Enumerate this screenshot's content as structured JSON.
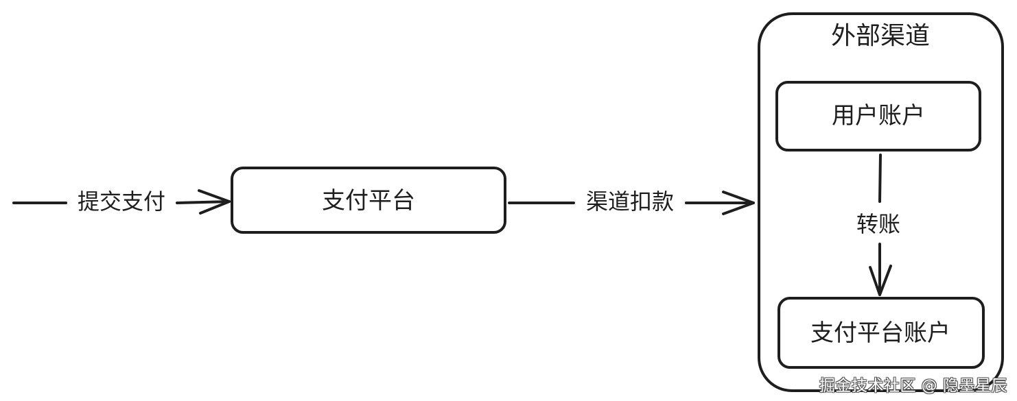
{
  "diagram": {
    "input_arrow_label": "提交支付",
    "platform_box": "支付平台",
    "channel_arrow_label": "渠道扣款",
    "external_group_title": "外部渠道",
    "user_account_box": "用户账户",
    "transfer_arrow_label": "转账",
    "platform_account_box": "支付平台账户"
  },
  "watermark": "掘金技术社区 @ 隐墨星辰",
  "colors": {
    "stroke": "#1e1e1e",
    "background": "#ffffff"
  }
}
